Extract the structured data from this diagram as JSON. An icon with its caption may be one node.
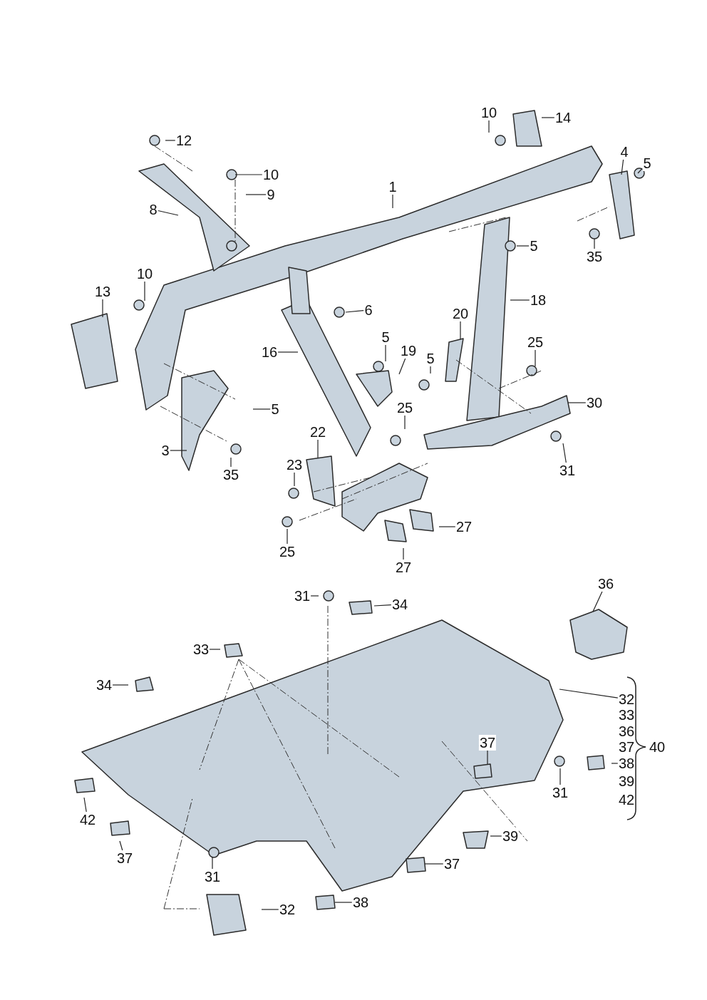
{
  "diagram": {
    "nodes": [
      {
        "text": [
          "10"
        ]
      },
      {
        "text": [
          "14"
        ]
      },
      {
        "text": [
          "12"
        ]
      },
      {
        "text": [
          "4"
        ]
      },
      {
        "text": [
          "5"
        ]
      },
      {
        "text": [
          "10"
        ]
      },
      {
        "text": [
          "1"
        ]
      },
      {
        "text": [
          "9"
        ]
      },
      {
        "text": [
          "8"
        ]
      },
      {
        "text": [
          "5"
        ]
      },
      {
        "text": [
          "35"
        ]
      },
      {
        "text": [
          "10"
        ]
      },
      {
        "text": [
          "13"
        ]
      },
      {
        "text": [
          "18"
        ]
      },
      {
        "text": [
          "6"
        ]
      },
      {
        "text": [
          "20"
        ]
      },
      {
        "text": [
          "5"
        ]
      },
      {
        "text": [
          "25"
        ]
      },
      {
        "text": [
          "16"
        ]
      },
      {
        "text": [
          "19"
        ]
      },
      {
        "text": [
          "5"
        ]
      },
      {
        "text": [
          "30"
        ]
      },
      {
        "text": [
          "5"
        ]
      },
      {
        "text": [
          "25"
        ]
      },
      {
        "text": [
          "22"
        ]
      },
      {
        "text": [
          "3"
        ]
      },
      {
        "text": [
          "23"
        ]
      },
      {
        "text": [
          "31"
        ]
      },
      {
        "text": [
          "35"
        ]
      },
      {
        "text": [
          "27"
        ]
      },
      {
        "text": [
          "25"
        ]
      },
      {
        "text": [
          "27"
        ]
      },
      {
        "text": [
          "36"
        ]
      },
      {
        "text": [
          "31"
        ]
      },
      {
        "text": [
          "34"
        ]
      },
      {
        "text": [
          "33"
        ]
      },
      {
        "text": [
          "34"
        ]
      },
      {
        "text": [
          "32"
        ]
      },
      {
        "text": [
          "33"
        ]
      },
      {
        "text": [
          "36"
        ]
      },
      {
        "text": [
          "37"
        ]
      },
      {
        "text": [
          "40"
        ]
      },
      {
        "text": [
          "37"
        ]
      },
      {
        "text": [
          "38"
        ]
      },
      {
        "text": [
          "31"
        ]
      },
      {
        "text": [
          "39"
        ]
      },
      {
        "text": [
          "42"
        ]
      },
      {
        "text": [
          "42"
        ]
      },
      {
        "text": [
          "39"
        ]
      },
      {
        "text": [
          "37"
        ]
      },
      {
        "text": [
          "37"
        ]
      },
      {
        "text": [
          "31"
        ]
      },
      {
        "text": [
          "38"
        ]
      },
      {
        "text": [
          "32"
        ]
      }
    ],
    "edges": [
      {
        "from": 0,
        "to": null,
        "arrow": "none"
      },
      {
        "from": 1,
        "to": null,
        "arrow": "none"
      },
      {
        "from": 2,
        "to": null,
        "arrow": "none"
      },
      {
        "from": 3,
        "to": null,
        "arrow": "none"
      },
      {
        "from": 4,
        "to": null,
        "arrow": "none"
      },
      {
        "from": 5,
        "to": null,
        "arrow": "none"
      },
      {
        "from": 6,
        "to": null,
        "arrow": "none"
      },
      {
        "from": 7,
        "to": null,
        "arrow": "none"
      },
      {
        "from": 8,
        "to": null,
        "arrow": "none"
      },
      {
        "from": 9,
        "to": null,
        "arrow": "none"
      },
      {
        "from": 10,
        "to": null,
        "arrow": "none"
      },
      {
        "from": 11,
        "to": null,
        "arrow": "none"
      },
      {
        "from": 12,
        "to": null,
        "arrow": "none"
      },
      {
        "from": 13,
        "to": null,
        "arrow": "none"
      },
      {
        "from": 14,
        "to": null,
        "arrow": "none"
      },
      {
        "from": 15,
        "to": null,
        "arrow": "none"
      },
      {
        "from": 16,
        "to": null,
        "arrow": "none"
      },
      {
        "from": 17,
        "to": null,
        "arrow": "none"
      },
      {
        "from": 18,
        "to": null,
        "arrow": "none"
      },
      {
        "from": 19,
        "to": null,
        "arrow": "none"
      },
      {
        "from": 20,
        "to": null,
        "arrow": "none"
      },
      {
        "from": 21,
        "to": null,
        "arrow": "none"
      },
      {
        "from": 22,
        "to": null,
        "arrow": "none"
      },
      {
        "from": 23,
        "to": null,
        "arrow": "none"
      },
      {
        "from": 24,
        "to": null,
        "arrow": "none"
      },
      {
        "from": 25,
        "to": null,
        "arrow": "none"
      },
      {
        "from": 26,
        "to": null,
        "arrow": "none"
      },
      {
        "from": 27,
        "to": null,
        "arrow": "none"
      },
      {
        "from": 28,
        "to": null,
        "arrow": "none"
      },
      {
        "from": 29,
        "to": null,
        "arrow": "none"
      },
      {
        "from": 30,
        "to": null,
        "arrow": "none"
      },
      {
        "from": 31,
        "to": null,
        "arrow": "none"
      },
      {
        "from": 32,
        "to": null,
        "arrow": "none"
      },
      {
        "from": 33,
        "to": null,
        "arrow": "none"
      },
      {
        "from": 34,
        "to": null,
        "arrow": "none"
      },
      {
        "from": 35,
        "to": null,
        "arrow": "none"
      },
      {
        "from": 36,
        "to": null,
        "arrow": "none"
      },
      {
        "from": 37,
        "to": null,
        "arrow": "none"
      },
      {
        "from": 42,
        "to": null,
        "arrow": "none"
      },
      {
        "from": 43,
        "to": null,
        "arrow": "none"
      },
      {
        "from": 44,
        "to": null,
        "arrow": "none"
      },
      {
        "from": 47,
        "to": null,
        "arrow": "none"
      },
      {
        "from": 48,
        "to": null,
        "arrow": "none"
      },
      {
        "from": 49,
        "to": null,
        "arrow": "none"
      },
      {
        "from": 50,
        "to": null,
        "arrow": "none"
      },
      {
        "from": 51,
        "to": null,
        "arrow": "none"
      },
      {
        "from": 52,
        "to": null,
        "arrow": "none"
      },
      {
        "from": 53,
        "to": null,
        "arrow": "none"
      }
    ]
  }
}
